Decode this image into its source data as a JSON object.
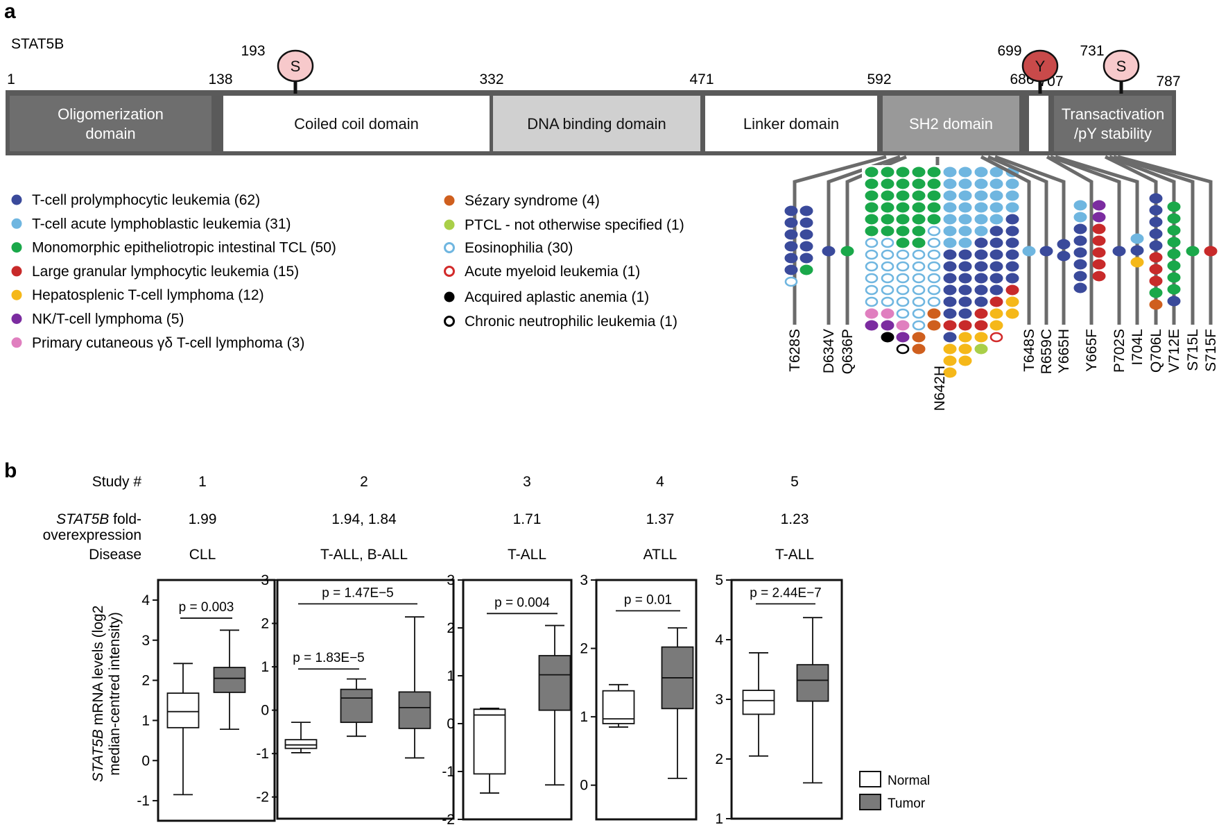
{
  "panel_a": {
    "panel_letter": "a",
    "protein_name": "STAT5B",
    "positions": [
      "1",
      "138",
      "332",
      "471",
      "592",
      "686",
      "707",
      "787"
    ],
    "phospho_sites": [
      {
        "residue": "S",
        "position": "193",
        "color": "#f7c9cb"
      },
      {
        "residue": "Y",
        "position": "699",
        "color": "#c94a4a"
      },
      {
        "residue": "S",
        "position": "731",
        "color": "#f7c9cb"
      }
    ],
    "domains": [
      {
        "lines": [
          "Oligomerization",
          "domain"
        ],
        "color": "#6e6e6e",
        "text_color": "#ffffff"
      },
      {
        "lines": [
          "Coiled coil domain"
        ],
        "color": "#ffffff",
        "text_color": "#111111"
      },
      {
        "lines": [
          "DNA binding domain"
        ],
        "color": "#d0d0d0",
        "text_color": "#111111"
      },
      {
        "lines": [
          "Linker domain"
        ],
        "color": "#ffffff",
        "text_color": "#111111"
      },
      {
        "lines": [
          "SH2 domain"
        ],
        "color": "#999999",
        "text_color": "#ffffff"
      },
      {
        "lines": [
          ""
        ],
        "color": "#ffffff",
        "text_color": "#111111"
      },
      {
        "lines": [
          "Transactivation",
          "/pY stability"
        ],
        "color": "#6e6e6e",
        "text_color": "#ffffff"
      }
    ],
    "legend": [
      {
        "label": "T-cell prolymphocytic leukemia (62)",
        "key": "tpll",
        "color": "#3a4a9b",
        "filled": true
      },
      {
        "label": "T-cell acute lymphoblastic leukemia (31)",
        "key": "tall",
        "color": "#6fb6e0",
        "filled": true
      },
      {
        "label": "Monomorphic epitheliotropic intestinal TCL (50)",
        "key": "meitl",
        "color": "#1aa84a",
        "filled": true
      },
      {
        "label": "Large granular lymphocytic leukemia (15)",
        "key": "lgl",
        "color": "#c82a2a",
        "filled": true
      },
      {
        "label": "Hepatosplenic T-cell lymphoma (12)",
        "key": "hstcl",
        "color": "#f5b819",
        "filled": true
      },
      {
        "label": "NK/T-cell lymphoma (5)",
        "key": "nkt",
        "color": "#7b2ca0",
        "filled": true
      },
      {
        "label": "Primary cutaneous γδ T-cell lymphoma (3)",
        "key": "pcgd",
        "color": "#e07fbf",
        "filled": true
      },
      {
        "label": "Sézary syndrome (4)",
        "key": "sez",
        "color": "#cf5f1e",
        "filled": true
      },
      {
        "label": "PTCL - not otherwise specified (1)",
        "key": "ptcl",
        "color": "#a9cf48",
        "filled": true
      },
      {
        "label": "Eosinophilia (30)",
        "key": "eos",
        "color": "#6fb6e0",
        "filled": false
      },
      {
        "label": "Acute myeloid leukemia (1)",
        "key": "aml",
        "color": "#d22a2a",
        "filled": false
      },
      {
        "label": "Acquired aplastic anemia (1)",
        "key": "aaa",
        "color": "#000000",
        "filled": true
      },
      {
        "label": "Chronic neutrophilic leukemia (1)",
        "key": "cnl",
        "color": "#000000",
        "filled": false
      }
    ],
    "mutations": [
      {
        "label": "T628S",
        "columns": [
          [
            "tpll",
            "tpll",
            "tpll",
            "tpll",
            "tpll",
            "tpll",
            "eos"
          ],
          [
            "tpll",
            "tpll",
            "tpll",
            "tpll",
            "tpll",
            "meitl"
          ]
        ]
      },
      {
        "label": "D634V",
        "columns": [
          [
            "tpll"
          ]
        ]
      },
      {
        "label": "Q636P",
        "columns": [
          [
            "meitl"
          ]
        ]
      },
      {
        "label": "N642H",
        "columns": [
          [
            "meitl",
            "meitl",
            "meitl",
            "meitl",
            "meitl",
            "meitl",
            "eos",
            "eos",
            "eos",
            "eos",
            "eos",
            "eos",
            "pcgd",
            "nkt"
          ],
          [
            "meitl",
            "meitl",
            "meitl",
            "meitl",
            "meitl",
            "meitl",
            "eos",
            "eos",
            "eos",
            "eos",
            "eos",
            "eos",
            "pcgd",
            "nkt",
            "aaa"
          ],
          [
            "meitl",
            "meitl",
            "meitl",
            "meitl",
            "meitl",
            "meitl",
            "meitl",
            "eos",
            "eos",
            "eos",
            "eos",
            "eos",
            "eos",
            "pcgd",
            "nkt",
            "cnl"
          ],
          [
            "meitl",
            "meitl",
            "meitl",
            "meitl",
            "meitl",
            "meitl",
            "meitl",
            "eos",
            "eos",
            "eos",
            "eos",
            "eos",
            "eos",
            "eos",
            "sez",
            "sez"
          ],
          [
            "meitl",
            "meitl",
            "meitl",
            "meitl",
            "meitl",
            "eos",
            "eos",
            "eos",
            "eos",
            "eos",
            "eos",
            "eos",
            "sez",
            "sez"
          ],
          [
            "tall",
            "tall",
            "tall",
            "tall",
            "tall",
            "tall",
            "tall",
            "tpll",
            "tpll",
            "tpll",
            "tpll",
            "tpll",
            "tpll",
            "lgl",
            "tpll",
            "hstcl",
            "hstcl",
            "hstcl"
          ],
          [
            "tall",
            "tall",
            "tall",
            "tall",
            "tall",
            "tall",
            "tall",
            "tpll",
            "tpll",
            "tpll",
            "tpll",
            "tpll",
            "tpll",
            "lgl",
            "hstcl",
            "hstcl",
            "hstcl"
          ],
          [
            "tall",
            "tall",
            "tall",
            "tall",
            "tall",
            "tall",
            "tpll",
            "tpll",
            "tpll",
            "tpll",
            "tpll",
            "tpll",
            "lgl",
            "lgl",
            "hstcl",
            "ptcl"
          ],
          [
            "tall",
            "tall",
            "tall",
            "tall",
            "tall",
            "tpll",
            "tpll",
            "tpll",
            "tpll",
            "tpll",
            "tpll",
            "lgl",
            "hstcl",
            "hstcl",
            "aml"
          ],
          [
            "tall",
            "tall",
            "tall",
            "tall",
            "tpll",
            "tpll",
            "tpll",
            "tpll",
            "tpll",
            "tpll",
            "lgl",
            "hstcl",
            "hstcl"
          ]
        ]
      },
      {
        "label": "T648S",
        "columns": [
          [
            "tall"
          ]
        ]
      },
      {
        "label": "R659C",
        "columns": [
          [
            "tpll"
          ]
        ]
      },
      {
        "label": "Y665H",
        "columns": [
          [
            "tpll",
            "tpll"
          ]
        ]
      },
      {
        "label": "Y665F",
        "columns": [
          [
            "tall",
            "tall",
            "tpll",
            "tpll",
            "tpll",
            "tpll",
            "tpll",
            "tpll"
          ],
          [
            "nkt",
            "nkt",
            "lgl",
            "lgl",
            "lgl",
            "lgl",
            "lgl"
          ]
        ]
      },
      {
        "label": "P702S",
        "columns": [
          [
            "tpll"
          ]
        ]
      },
      {
        "label": "I704L",
        "columns": [
          [
            "tall",
            "tpll",
            "hstcl"
          ]
        ]
      },
      {
        "label": "Q706L",
        "columns": [
          [
            "tpll",
            "tpll",
            "tpll",
            "tpll",
            "tpll",
            "lgl",
            "lgl",
            "lgl",
            "meitl",
            "sez"
          ]
        ]
      },
      {
        "label": "V712E",
        "columns": [
          [
            "meitl",
            "meitl",
            "meitl",
            "meitl",
            "meitl",
            "meitl",
            "meitl",
            "meitl",
            "tpll"
          ]
        ]
      },
      {
        "label": "S715L",
        "columns": [
          [
            "meitl"
          ]
        ]
      },
      {
        "label": "S715F",
        "columns": [
          [
            "lgl"
          ]
        ]
      }
    ]
  },
  "panel_b": {
    "panel_letter": "b",
    "row_labels": {
      "study": "Study #",
      "fold_italic": "STAT5B",
      "fold_rest": " fold-",
      "fold_line2": "overexpression",
      "disease": "Disease"
    },
    "ylabel_italic": "STAT5B",
    "ylabel_rest": " mRNA levels (log2",
    "ylabel_line2": "median-centred intensity)",
    "legend": [
      {
        "label": "Normal",
        "fill": "#ffffff"
      },
      {
        "label": "Tumor",
        "fill": "#7a7a7a"
      }
    ],
    "normal_color": "#ffffff",
    "tumor_color": "#7a7a7a"
  },
  "chart_data": [
    {
      "type": "box",
      "study": "1",
      "fold": "1.99",
      "disease": "CLL",
      "ylim": [
        -1.5,
        4.5
      ],
      "yticks": [
        -1,
        0,
        1,
        2,
        3,
        4
      ],
      "boxes": [
        {
          "group": "Normal",
          "whisker_low": -0.85,
          "q1": 0.82,
          "median": 1.22,
          "q3": 1.68,
          "whisker_high": 2.42
        },
        {
          "group": "Tumor",
          "whisker_low": 0.78,
          "q1": 1.7,
          "median": 2.05,
          "q3": 2.32,
          "whisker_high": 3.25
        }
      ],
      "annotations": [
        {
          "text": "p = 0.003",
          "from": 0,
          "to": 1,
          "y": 3.55
        }
      ]
    },
    {
      "type": "box",
      "study": "2",
      "fold": "1.94, 1.84",
      "disease": "T-ALL, B-ALL",
      "ylim": [
        -2.5,
        3.0
      ],
      "yticks": [
        -2,
        -1,
        0,
        1,
        2,
        3
      ],
      "boxes": [
        {
          "group": "Normal",
          "whisker_low": -0.98,
          "q1": -0.88,
          "median": -0.8,
          "q3": -0.68,
          "whisker_high": -0.28
        },
        {
          "group": "Tumor",
          "whisker_low": -0.6,
          "q1": -0.28,
          "median": 0.28,
          "q3": 0.48,
          "whisker_high": 0.72
        },
        {
          "group": "Tumor",
          "whisker_low": -1.1,
          "q1": -0.42,
          "median": 0.06,
          "q3": 0.42,
          "whisker_high": 2.15
        }
      ],
      "annotations": [
        {
          "text": "p = 1.83E−5",
          "from": 0,
          "to": 1,
          "y": 0.95
        },
        {
          "text": "p = 1.47E−5",
          "from": 0,
          "to": 2,
          "y": 2.45
        }
      ]
    },
    {
      "type": "box",
      "study": "3",
      "fold": "1.71",
      "disease": "T-ALL",
      "ylim": [
        -2.0,
        3.0
      ],
      "yticks": [
        -2,
        -1,
        0,
        1,
        2,
        3
      ],
      "boxes": [
        {
          "group": "Normal",
          "whisker_low": -1.45,
          "q1": -1.05,
          "median": 0.18,
          "q3": 0.3,
          "whisker_high": 0.32
        },
        {
          "group": "Tumor",
          "whisker_low": -1.28,
          "q1": 0.28,
          "median": 1.02,
          "q3": 1.42,
          "whisker_high": 2.05
        }
      ],
      "annotations": [
        {
          "text": "p = 0.004",
          "from": 0,
          "to": 1,
          "y": 2.3
        }
      ]
    },
    {
      "type": "box",
      "study": "4",
      "fold": "1.37",
      "disease": "ATLL",
      "ylim": [
        -0.5,
        3.0
      ],
      "yticks": [
        0,
        1,
        2,
        3
      ],
      "boxes": [
        {
          "group": "Normal",
          "whisker_low": 0.85,
          "q1": 0.9,
          "median": 0.97,
          "q3": 1.38,
          "whisker_high": 1.47
        },
        {
          "group": "Tumor",
          "whisker_low": 0.1,
          "q1": 1.12,
          "median": 1.57,
          "q3": 2.02,
          "whisker_high": 2.3
        }
      ],
      "annotations": [
        {
          "text": "p = 0.01",
          "from": 0,
          "to": 1,
          "y": 2.55
        }
      ]
    },
    {
      "type": "box",
      "study": "5",
      "fold": "1.23",
      "disease": "T-ALL",
      "ylim": [
        1.0,
        5.0
      ],
      "yticks": [
        1,
        2,
        3,
        4,
        5
      ],
      "boxes": [
        {
          "group": "Normal",
          "whisker_low": 2.05,
          "q1": 2.75,
          "median": 2.98,
          "q3": 3.15,
          "whisker_high": 3.78
        },
        {
          "group": "Tumor",
          "whisker_low": 1.6,
          "q1": 2.97,
          "median": 3.32,
          "q3": 3.58,
          "whisker_high": 4.37
        }
      ],
      "annotations": [
        {
          "text": "p = 2.44E−7",
          "from": 0,
          "to": 1,
          "y": 4.6
        }
      ]
    }
  ]
}
